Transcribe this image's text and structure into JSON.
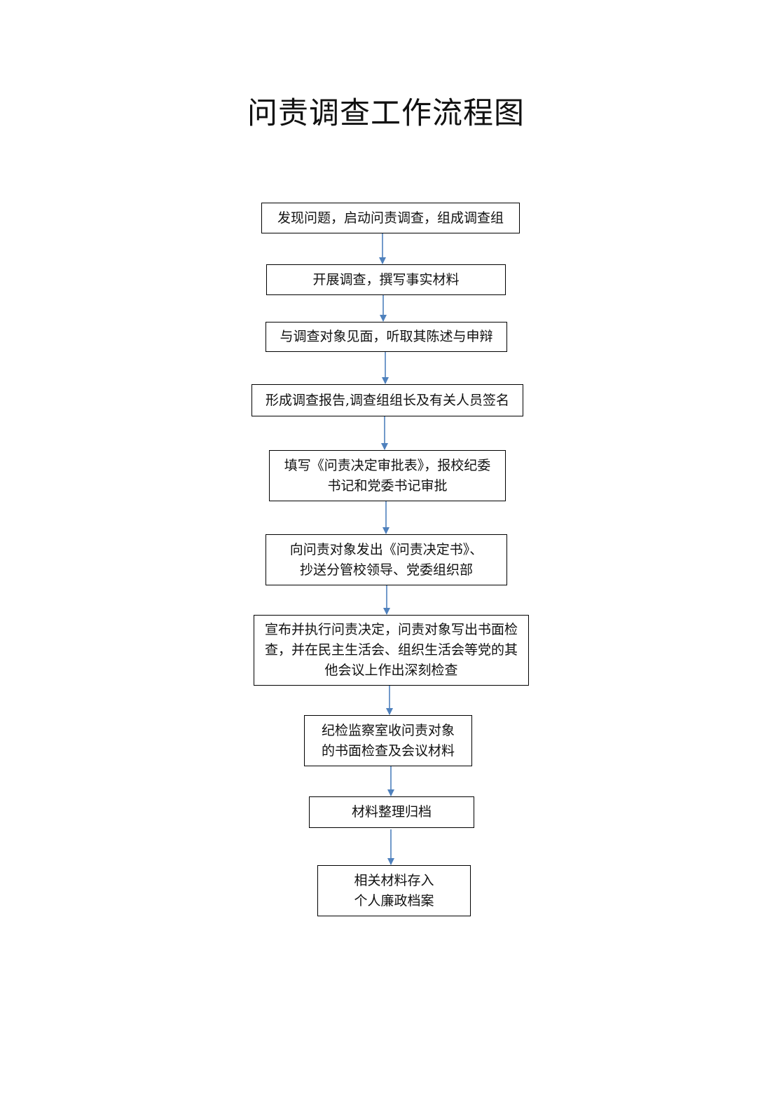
{
  "title": "问责调查工作流程图",
  "connector_color": "#4f81bd",
  "steps": [
    {
      "text": "发现问题，启动问责调查，组成调查组"
    },
    {
      "text": "开展调查，撰写事实材料"
    },
    {
      "text": "与调查对象见面，听取其陈述与申辩"
    },
    {
      "text": "形成调查报告,调查组组长及有关人员签名"
    },
    {
      "text": "填写《问责决定审批表》，报校纪委\n书记和党委书记审批"
    },
    {
      "text": "向问责对象发出《问责决定书》、\n抄送分管校领导、党委组织部"
    },
    {
      "text": "宣布并执行问责决定，问责对象写出书面检\n查，并在民主生活会、组织生活会等党的其\n他会议上作出深刻检查"
    },
    {
      "text": "纪检监察室收问责对象\n的书面检查及会议材料"
    },
    {
      "text": "材料整理归档"
    },
    {
      "text": "相关材料存入\n个人廉政档案"
    }
  ]
}
